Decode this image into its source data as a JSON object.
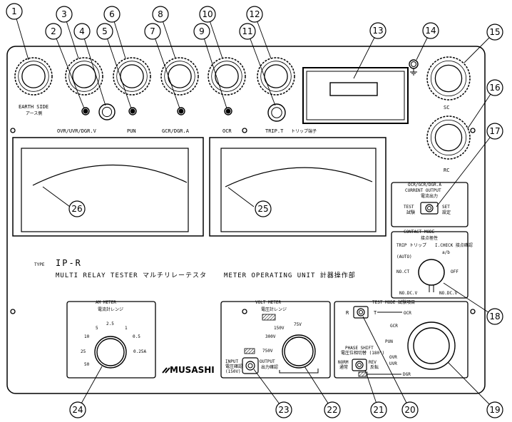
{
  "callouts": [
    "1",
    "2",
    "3",
    "4",
    "5",
    "6",
    "7",
    "8",
    "9",
    "10",
    "11",
    "12",
    "13",
    "14",
    "15",
    "16",
    "17",
    "18",
    "19",
    "20",
    "21",
    "22",
    "23",
    "24",
    "25",
    "26"
  ],
  "top_labels": {
    "earth_side": "EARTH SIDE",
    "earth_side_jp": "アース側",
    "ovr": "OVR/UVR/DGR.V",
    "pun": "PUN",
    "gcr": "GCR/DGR.A",
    "ocr": "OCR",
    "trip_t": "TRIP.T",
    "trip_t_jp": "トリップ端子",
    "sc": "SC",
    "rc": "RC"
  },
  "current_output": {
    "title1": "OCR/GCR/DGR.A",
    "title2": "CURRENT OUTPUT",
    "title_jp": "電流出力",
    "test": "TEST",
    "test_jp": "試験",
    "set": "SET",
    "set_jp": "設定"
  },
  "contact_mode": {
    "title": "CONTACT MODE",
    "title_jp": "接点極性",
    "trip": "TRIP トリップ",
    "auto": "(AUTO)",
    "icheck": "I.CHECK 接点確認",
    "ab": "a/b",
    "no_ct": "NO.CT",
    "off": "OFF",
    "no_dcv_l": "NO.DC.V",
    "no_dcv_r": "NO.DC.V"
  },
  "type_label": "TYPE",
  "type_value": "IP-R",
  "title_left": "MULTI RELAY TESTER マルチリレーテスタ",
  "title_right": "METER OPERATING UNIT 計器操作部",
  "am_meter": {
    "title": "AM METER",
    "title_jp": "電流計レンジ",
    "scale": [
      "2.5",
      "5",
      "1",
      "10",
      "0.5",
      "25",
      "0.25A",
      "50"
    ]
  },
  "volt_meter": {
    "title": "VOLT METER",
    "title_jp": "電圧計レンジ",
    "scale": [
      "150V",
      "75V",
      "300V",
      "750V"
    ],
    "input": "INPUT",
    "input_jp": "電圧確認",
    "input_v": "(150V)",
    "output": "OUTPUT",
    "output_jp": "出力確認"
  },
  "test_mode": {
    "title": "TEST MODE 試験項目",
    "r": "R",
    "t": "T",
    "ocr": "OCR",
    "gcr": "GCR",
    "pun": "PUN",
    "ovr": "OVR",
    "uvr": "UVR",
    "dgr": "DGR",
    "phase_shift": "PHASE SHIFT",
    "phase_shift_jp": "電圧位相切替 (180°)",
    "norm": "NORM",
    "norm_jp": "通常",
    "rev": "REV",
    "rev_jp": "反転"
  },
  "logo": "MUSASHI"
}
